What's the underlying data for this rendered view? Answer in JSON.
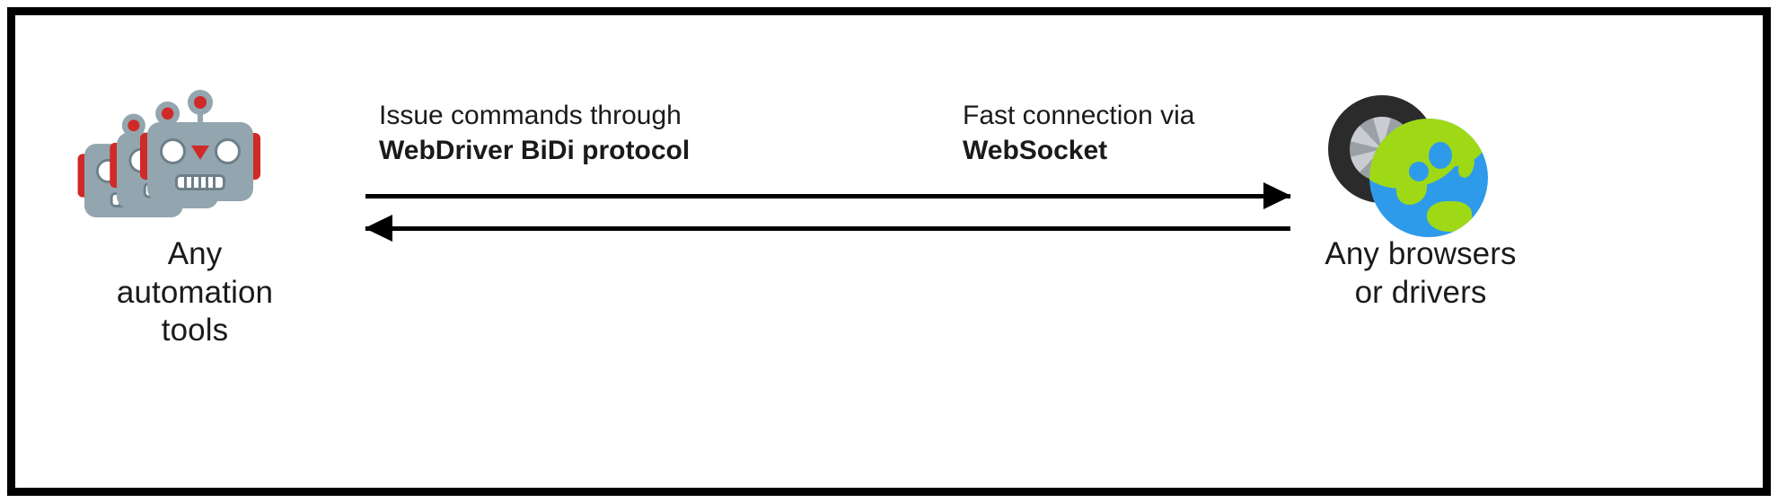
{
  "diagram": {
    "type": "bidirectional-communication-diagram",
    "border_color": "#000000",
    "background_color": "#ffffff",
    "text_color": "#1a1a1a",
    "nodes": [
      {
        "id": "automation-tools",
        "icon": "robot-icon",
        "caption_lines": [
          "Any",
          "automation",
          "tools"
        ]
      },
      {
        "id": "browsers-drivers",
        "icon": "globe-tire-icon",
        "caption_lines": [
          "Any browsers",
          "or drivers"
        ]
      }
    ],
    "edges": [
      {
        "id": "commands",
        "direction": "right",
        "label_normal": "Issue commands through",
        "label_bold": "WebDriver BiDi protocol"
      },
      {
        "id": "connection",
        "direction": "left",
        "label_normal": "Fast connection via",
        "label_bold": "WebSocket"
      }
    ]
  }
}
